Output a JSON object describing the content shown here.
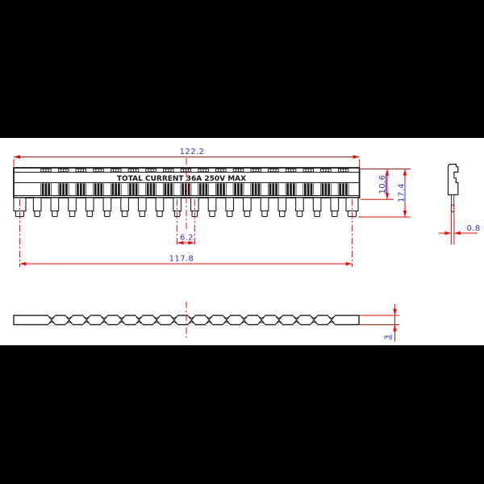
{
  "drawing": {
    "product_label": "TOTAL CURRENT 36A 250V MAX",
    "dimensions": {
      "overall_width": "122.2",
      "pin_span": "117.8",
      "pin_pitch": "6.2",
      "body_height": "10.6",
      "overall_height": "17.4",
      "pin_thickness": "0.8",
      "strip_width": "3"
    },
    "components": {
      "pin_count": 20,
      "vent_slot_groups": 18,
      "partition_groups": 18,
      "strip_notches": 17
    },
    "colors": {
      "dimension_line": "#ff0000",
      "dimension_text": "#3333cc",
      "outline": "#1c1c1c",
      "canvas": "#ffffff",
      "letterbox": "#000000"
    }
  }
}
